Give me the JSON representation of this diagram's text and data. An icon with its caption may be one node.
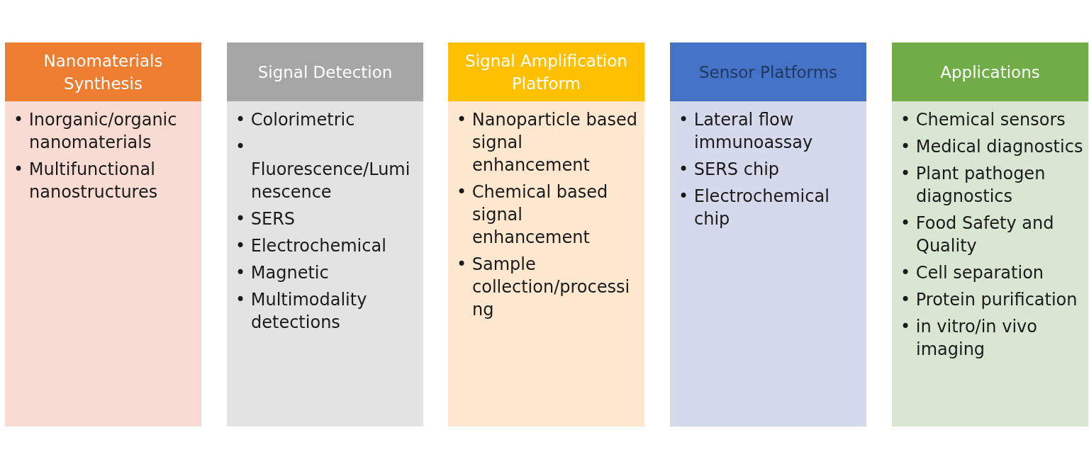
{
  "diagram": {
    "nodes": [
      {
        "text": [
          "Nanomaterials Synthesis"
        ]
      },
      {
        "text": [
          "• Inorganic/organic nanomaterials",
          "• Multifunctional nanostructures"
        ]
      },
      {
        "text": [
          "Signal Detection"
        ]
      },
      {
        "text": [
          "• Colorimetric",
          "• Fluorescence/Luminescence",
          "• SERS",
          "• Electrochemical",
          "• Magnetic",
          "• Multimodality detections"
        ]
      },
      {
        "text": [
          "Signal Amplification Platform"
        ]
      },
      {
        "text": [
          "• Nanoparticle based signal enhancement",
          "• Chemical based signal enhancement",
          "• Sample collection/processing"
        ]
      },
      {
        "text": [
          "Sensor Platforms"
        ]
      },
      {
        "text": [
          "• Lateral flow immunoassay",
          "• SERS chip",
          "• Electrochemical chip"
        ]
      },
      {
        "text": [
          "Applications"
        ]
      },
      {
        "text": [
          "• Chemical sensors",
          "• Medical diagnostics",
          "• Plant pathogen diagnostics",
          "• Food Safety and Quality",
          "• Cell separation",
          "• Protein purification",
          "• in vitro/in vivo imaging"
        ]
      }
    ]
  }
}
